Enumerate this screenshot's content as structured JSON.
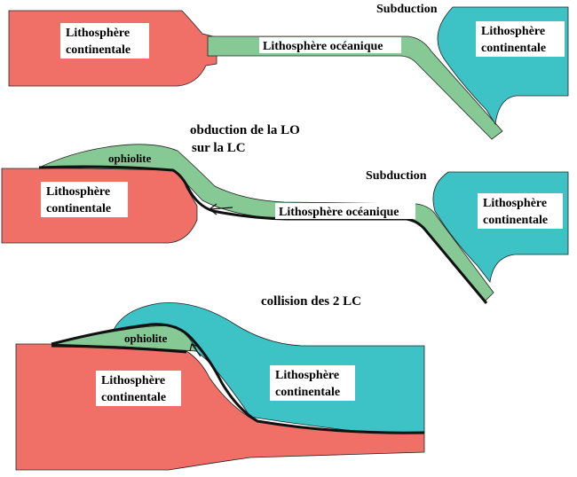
{
  "colors": {
    "continental_red": "#f07068",
    "continental_teal": "#3dc2c6",
    "oceanic_green": "#86c994",
    "outline": "#111111"
  },
  "stage1": {
    "left_plate": [
      "Lithosphère",
      "continentale"
    ],
    "oceanic_plate": "Lithosphère océanique",
    "right_plate": [
      "Lithosphère",
      "continentale"
    ],
    "subduction": "Subduction"
  },
  "stage2": {
    "title": [
      "obduction de la LO",
      "sur la LC"
    ],
    "ophiolite": "ophiolite",
    "left_plate": [
      "Lithosphère",
      "continentale"
    ],
    "oceanic_plate": "Lithosphère océanique",
    "right_plate": [
      "Lithosphère",
      "continentale"
    ],
    "subduction": "Subduction"
  },
  "stage3": {
    "title": "collision des 2 LC",
    "ophiolite": "ophiolite",
    "left_plate": [
      "Lithosphère",
      "continentale"
    ],
    "right_plate": [
      "Lithosphère",
      "continentale"
    ]
  }
}
